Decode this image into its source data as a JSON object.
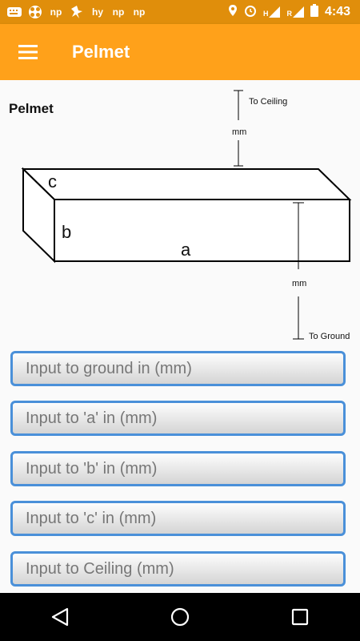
{
  "status_bar": {
    "time": "4:43",
    "left_icons": [
      "messages-icon",
      "app-icon",
      "np-icon",
      "sports-icon",
      "hy-icon",
      "np-icon",
      "np-icon"
    ],
    "right_icons": [
      "location-icon",
      "alarm-icon",
      "h-signal-icon",
      "r-signal-icon",
      "battery-icon"
    ],
    "notif_labels": {
      "np": "np",
      "hy": "hy",
      "h": "H",
      "r": "R"
    }
  },
  "app_bar": {
    "title": "Pelmet",
    "menu_icon": "hamburger-menu-icon",
    "background": "#ffa11a"
  },
  "diagram": {
    "title": "Pelmet",
    "ceiling_label": "To Ceiling",
    "ceiling_unit": "mm",
    "ground_label": "To Ground",
    "ground_unit": "mm",
    "label_a": "a",
    "label_b": "b",
    "label_c": "c"
  },
  "inputs": [
    {
      "placeholder": "Input to ground in (mm)",
      "value": ""
    },
    {
      "placeholder": "Input to 'a' in (mm)",
      "value": ""
    },
    {
      "placeholder": "Input to 'b' in (mm)",
      "value": ""
    },
    {
      "placeholder": "Input to 'c' in (mm)",
      "value": ""
    },
    {
      "placeholder": "Input to Ceiling (mm)",
      "value": ""
    }
  ],
  "colors": {
    "accent": "#ffa11a",
    "field_border": "#4a90d9"
  },
  "nav_bar": {
    "icons": [
      "back-icon",
      "home-icon",
      "recents-icon"
    ]
  }
}
